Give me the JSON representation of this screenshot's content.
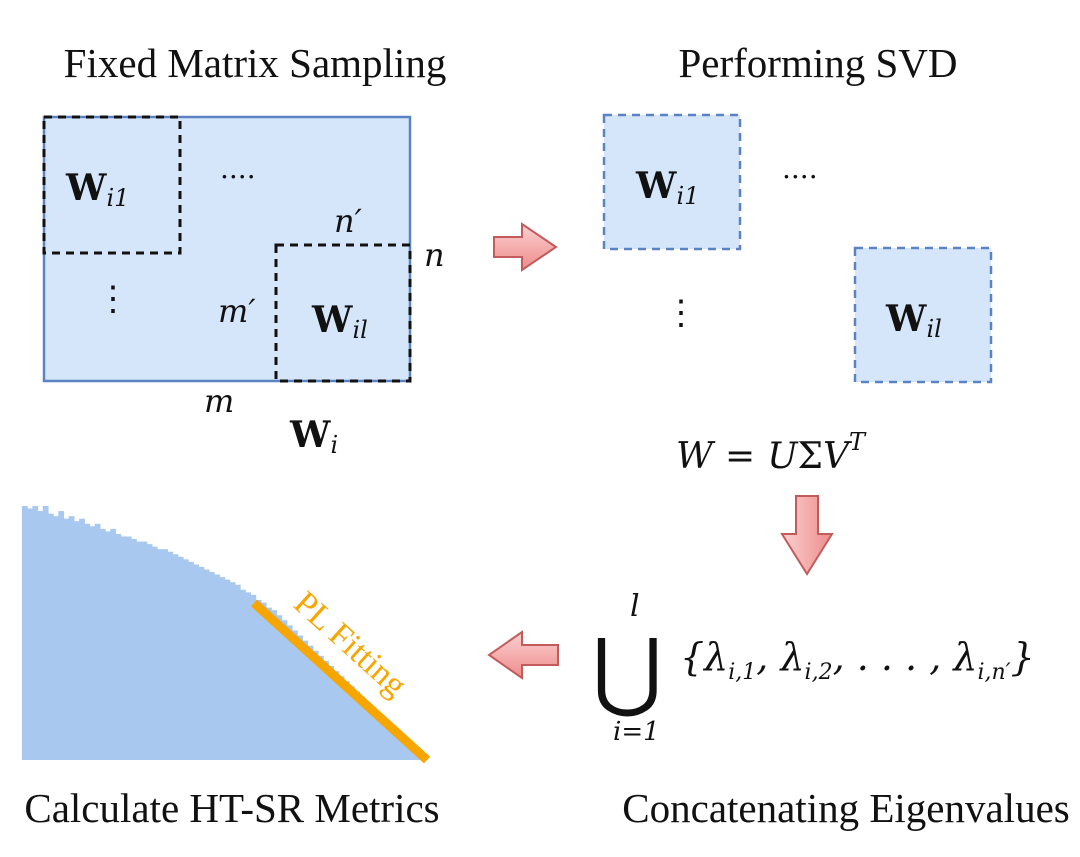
{
  "titles": {
    "top_left": "Fixed Matrix Sampling",
    "top_right": "Performing SVD",
    "bottom_left": "Calculate HT-SR Metrics",
    "bottom_right": "Concatenating Eigenvalues"
  },
  "matrix": {
    "block_first_W": "W",
    "block_first_sub": "i1",
    "block_last_W": "W",
    "block_last_sub": "il",
    "dots_h": "....",
    "dots_v": "⋮",
    "n_prime": "n′",
    "m_prime": "m′",
    "n": "n",
    "m": "m",
    "full_W": "W",
    "full_sub": "i"
  },
  "svd": {
    "block_first_W": "W",
    "block_first_sub": "i1",
    "block_last_W": "W",
    "block_last_sub": "il",
    "dots_h": "....",
    "dots_v": "⋮",
    "eq_left": "W",
    "eq_eq": "=",
    "eq_U": "U",
    "eq_sigma": "Σ",
    "eq_V": "V",
    "eq_T": "T"
  },
  "eigen": {
    "union": "⋃",
    "upper": "l",
    "lower": "i=1",
    "set": "{λ",
    "s1": "i,1",
    "c1": ", λ",
    "s2": "i,2",
    "c2": ", . . . , λ",
    "s3": "i,n′",
    "close": "}"
  },
  "histogram": {
    "fit_label": "PL Fitting",
    "bar_heights": [
      1.0,
      0.99,
      1.0,
      0.98,
      1.0,
      0.97,
      0.96,
      0.98,
      0.95,
      0.96,
      0.94,
      0.95,
      0.93,
      0.92,
      0.93,
      0.91,
      0.9,
      0.91,
      0.89,
      0.88,
      0.88,
      0.87,
      0.86,
      0.86,
      0.85,
      0.84,
      0.83,
      0.83,
      0.82,
      0.81,
      0.8,
      0.79,
      0.78,
      0.77,
      0.76,
      0.75,
      0.74,
      0.73,
      0.72,
      0.71,
      0.7,
      0.69,
      0.67,
      0.66,
      0.65,
      0.63,
      0.62,
      0.6,
      0.59,
      0.57,
      0.55,
      0.53,
      0.51,
      0.49,
      0.47,
      0.45,
      0.43,
      0.41,
      0.39,
      0.37,
      0.35,
      0.33,
      0.31,
      0.29,
      0.27,
      0.25,
      0.23,
      0.21,
      0.19,
      0.17,
      0.15,
      0.13,
      0.11,
      0.09,
      0.07,
      0.05,
      0.03,
      0.01
    ]
  },
  "colors": {
    "block_fill": "#d6e6fa",
    "block_stroke": "#5b83c4",
    "hist_fill": "#a8c8f0",
    "arrow_fill": "#f4a4a4",
    "arrow_stroke": "#c25b5b",
    "fit_line": "#f7a600"
  }
}
